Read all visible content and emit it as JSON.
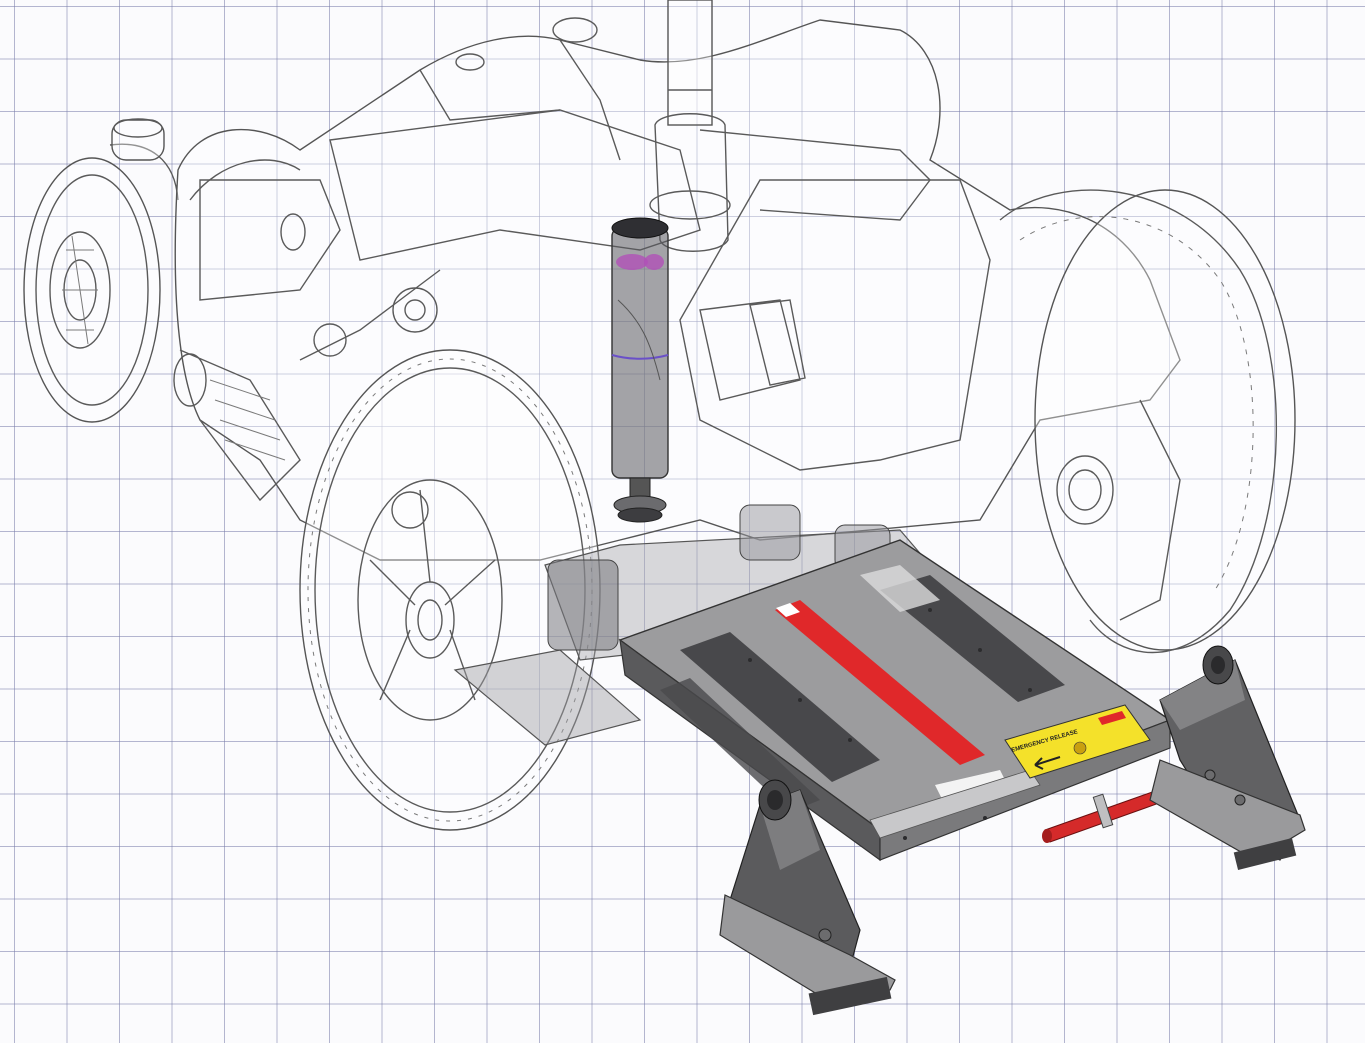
{
  "figure": {
    "label_text": "EMERGENCY RELEASE",
    "colors": {
      "grid": "#7c80aa",
      "outline": "#5a5a5a",
      "plate": "#8a8a8a",
      "plate_dark": "#3f3f3f",
      "stripe": "#e0282a",
      "warning_label": "#f4e12a",
      "handle": "#d52a2a",
      "actuator_accent": "#b050b8"
    },
    "parts": [
      "power-wheelchair-outline",
      "seat-lift-actuator",
      "seat-mounting-plate",
      "front-bracket",
      "rear-bracket",
      "emergency-release-label",
      "release-handle"
    ]
  }
}
